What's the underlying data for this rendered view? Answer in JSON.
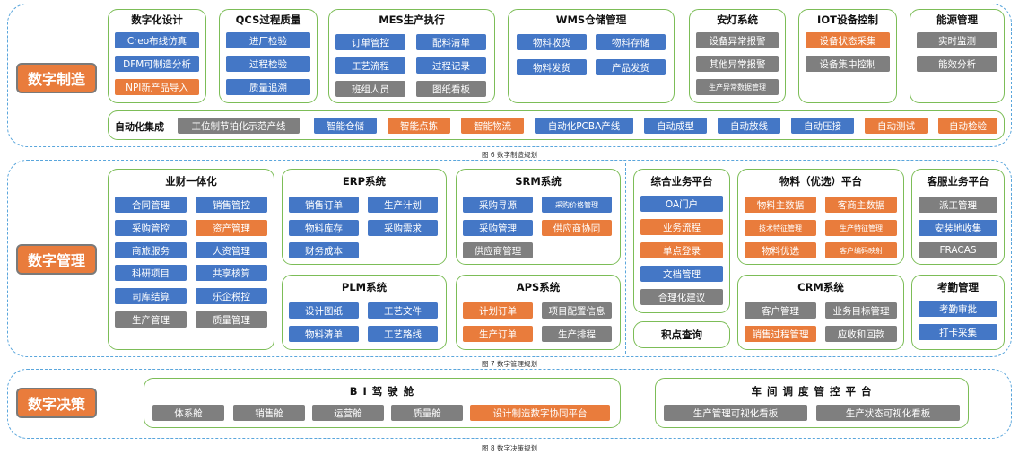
{
  "sections": {
    "manufacturing": {
      "label": "数字制造",
      "caption": "图 6   数字制造规划"
    },
    "management": {
      "label": "数字管理",
      "caption": "图 7   数字管理规划"
    },
    "decision": {
      "label": "数字决策",
      "caption": "图 8   数字决策规划"
    }
  },
  "manufacturing": {
    "digital_design": {
      "title": "数字化设计",
      "items": [
        "Creo布线仿真",
        "DFM可制造分析",
        "NPI新产品导入"
      ]
    },
    "qcs": {
      "title": "QCS过程质量",
      "items": [
        "进厂检验",
        "过程检验",
        "质量追溯"
      ]
    },
    "mes": {
      "title": "MES生产执行",
      "items": [
        "订单管控",
        "配料清单",
        "工艺流程",
        "过程记录",
        "班组人员",
        "图纸看板"
      ]
    },
    "wms": {
      "title": "WMS仓储管理",
      "items": [
        "物料收货",
        "物料存储",
        "物料发货",
        "产品发货"
      ]
    },
    "andon": {
      "title": "安灯系统",
      "items": [
        "设备异常报警",
        "其他异常报警",
        "生产异常数据管理"
      ]
    },
    "iot": {
      "title": "IOT设备控制",
      "items": [
        "设备状态采集",
        "设备集中控制"
      ]
    },
    "energy": {
      "title": "能源管理",
      "items": [
        "实时监测",
        "能效分析"
      ]
    },
    "automation": {
      "title": "自动化集成",
      "items": [
        "工位制节拍化示范产线",
        "智能仓储",
        "智能点拣",
        "智能物流",
        "自动化PCBA产线",
        "自动成型",
        "自动放线",
        "自动压接",
        "自动测试",
        "自动检验"
      ]
    }
  },
  "management": {
    "finance": {
      "title": "业财一体化",
      "items": [
        "合同管理",
        "销售管控",
        "采购管控",
        "资产管理",
        "商旅服务",
        "人资管理",
        "科研项目",
        "共享核算",
        "司库结算",
        "乐企税控",
        "生产管理",
        "质量管理"
      ]
    },
    "erp": {
      "title": "ERP系统",
      "items": [
        "销售订单",
        "生产计划",
        "物料库存",
        "采购需求",
        "财务成本"
      ]
    },
    "srm": {
      "title": "SRM系统",
      "items": [
        "采购寻源",
        "采购价格管理",
        "采购管理",
        "供应商协同",
        "供应商管理"
      ]
    },
    "plm": {
      "title": "PLM系统",
      "items": [
        "设计图纸",
        "工艺文件",
        "物料清单",
        "工艺路线"
      ]
    },
    "aps": {
      "title": "APS系统",
      "items": [
        "计划订单",
        "项目配置信息",
        "生产订单",
        "生产排程"
      ]
    },
    "integrated": {
      "title": "综合业务平台",
      "items": [
        "OA门户",
        "业务流程",
        "单点登录",
        "文档管理",
        "合理化建议"
      ]
    },
    "points": {
      "title": "积点查询"
    },
    "material": {
      "title": "物料（优选）平台",
      "items": [
        "物料主数据",
        "客商主数据",
        "技术特征管理",
        "生产特征管理",
        "物料优选",
        "客户编码映射"
      ]
    },
    "crm": {
      "title": "CRM系统",
      "items": [
        "客户管理",
        "业务目标管理",
        "销售过程管理",
        "应收和回款"
      ]
    },
    "service": {
      "title": "客服业务平台",
      "items": [
        "派工管理",
        "安装地收集",
        "FRACAS"
      ]
    },
    "attendance": {
      "title": "考勤管理",
      "items": [
        "考勤审批",
        "打卡采集"
      ]
    }
  },
  "decision": {
    "bi": {
      "title": "B I 驾 驶 舱",
      "items": [
        "体系舱",
        "销售舱",
        "运营舱",
        "质量舱",
        "设计制造数字协同平台"
      ]
    },
    "workshop": {
      "title": "车 间 调 度 管 控 平 台",
      "items": [
        "生产管理可视化看板",
        "生产状态可视化看板"
      ]
    }
  },
  "colors": {
    "blue": "#4477c6",
    "orange": "#e97c3c",
    "gray": "#7f7f7f",
    "green_border": "#7cbd57",
    "dash_border": "#5aa6dc"
  }
}
